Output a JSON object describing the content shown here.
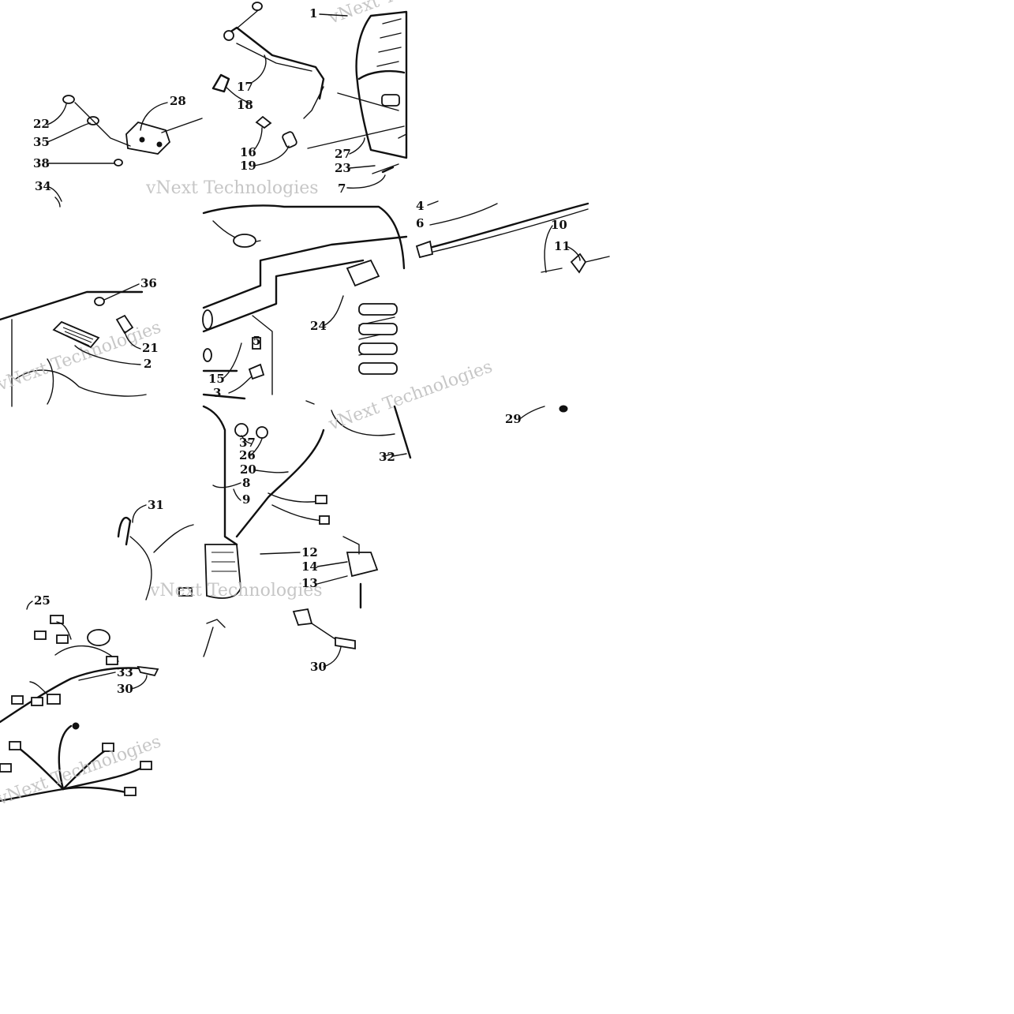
{
  "diagram": {
    "callouts": [
      "1",
      "2",
      "3",
      "4",
      "5",
      "6",
      "7",
      "8",
      "9",
      "10",
      "11",
      "12",
      "13",
      "14",
      "15",
      "16",
      "17",
      "18",
      "19",
      "20",
      "21",
      "22",
      "23",
      "24",
      "25",
      "26",
      "27",
      "28",
      "29",
      "30",
      "31",
      "32",
      "33",
      "34",
      "35",
      "36",
      "37",
      "38"
    ],
    "watermarks": [
      "vNext Technologies"
    ]
  }
}
